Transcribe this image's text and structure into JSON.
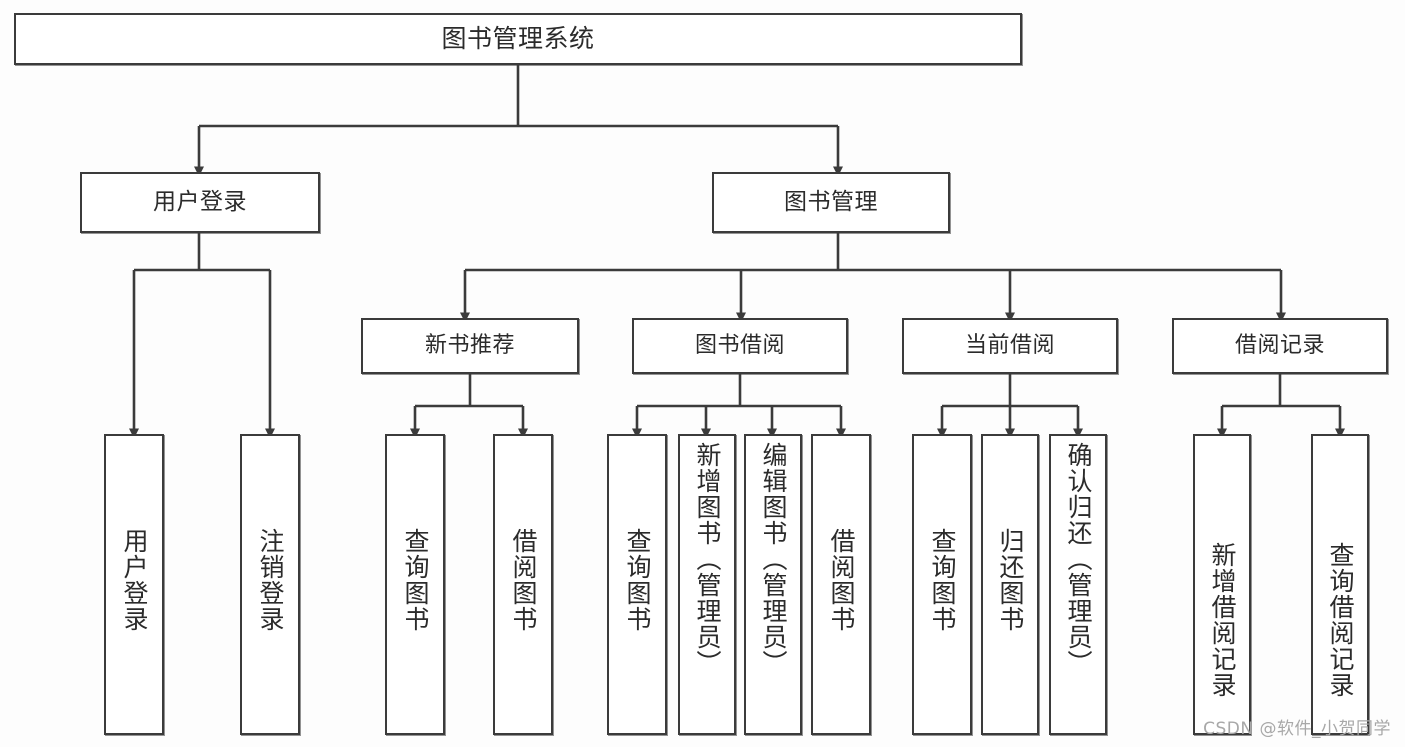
{
  "diagram": {
    "title": "图书管理系统",
    "type": "tree-hierarchy",
    "background_color": "#fdfdfd",
    "line_color": "#3b3b3b",
    "node_fill": "#ffffff",
    "text_color": "#2b2b2b"
  },
  "root": {
    "label": "图书管理系统"
  },
  "level1": [
    {
      "label": "用户登录"
    },
    {
      "label": "图书管理"
    }
  ],
  "level2": [
    {
      "label": "新书推荐"
    },
    {
      "label": "图书借阅"
    },
    {
      "label": "当前借阅"
    },
    {
      "label": "借阅记录"
    }
  ],
  "leaves": {
    "user_login": [
      {
        "label": "用户登录"
      },
      {
        "label": "注销登录"
      }
    ],
    "new_book_recommend": [
      {
        "label": "查询图书"
      },
      {
        "label": "借阅图书"
      }
    ],
    "book_borrow": [
      {
        "label": "查询图书"
      },
      {
        "label": "新增图书（管理员）"
      },
      {
        "label": "编辑图书（管理员）"
      },
      {
        "label": "借阅图书"
      }
    ],
    "current_borrow": [
      {
        "label": "查询图书"
      },
      {
        "label": "归还图书"
      },
      {
        "label": "确认归还（管理员）"
      }
    ],
    "borrow_records": [
      {
        "label": "新增借阅记录"
      },
      {
        "label": "查询借阅记录"
      }
    ]
  },
  "watermark": {
    "text": "CSDN @软件_小贺同学"
  }
}
